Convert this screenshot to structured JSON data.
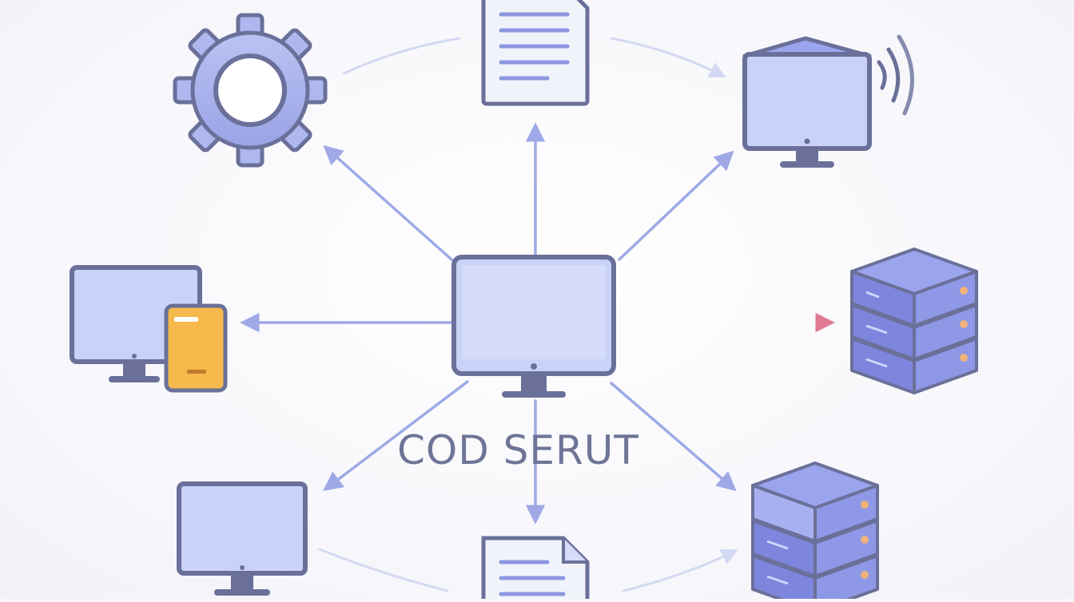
{
  "diagram": {
    "label": "COD SERUT",
    "colors": {
      "background": "#f7f7fb",
      "device_fill": "#c9d2f7",
      "device_stroke": "#6a7099",
      "arrow": "#9ea9e6",
      "arrow_faint": "#d3d9f2",
      "highlight_arrow": "#e07a92",
      "server_top": "#9aa5ee",
      "server_body": "#7d86dc",
      "server_led": "#f0b37b",
      "folder": "#f6b94c",
      "document": "#f1f3fb"
    },
    "nodes": [
      {
        "name": "central-monitor",
        "icon": "monitor-icon"
      },
      {
        "name": "gear",
        "icon": "gear-icon"
      },
      {
        "name": "document-top",
        "icon": "document-icon"
      },
      {
        "name": "monitor-wireless",
        "icon": "wireless-monitor-icon"
      },
      {
        "name": "server-right",
        "icon": "server-icon"
      },
      {
        "name": "monitor-folder",
        "icon": "monitor-with-folder-icon"
      },
      {
        "name": "monitor-bottom-left",
        "icon": "monitor-icon"
      },
      {
        "name": "document-bottom",
        "icon": "document-icon"
      },
      {
        "name": "server-bottom-right",
        "icon": "server-icon"
      }
    ]
  }
}
